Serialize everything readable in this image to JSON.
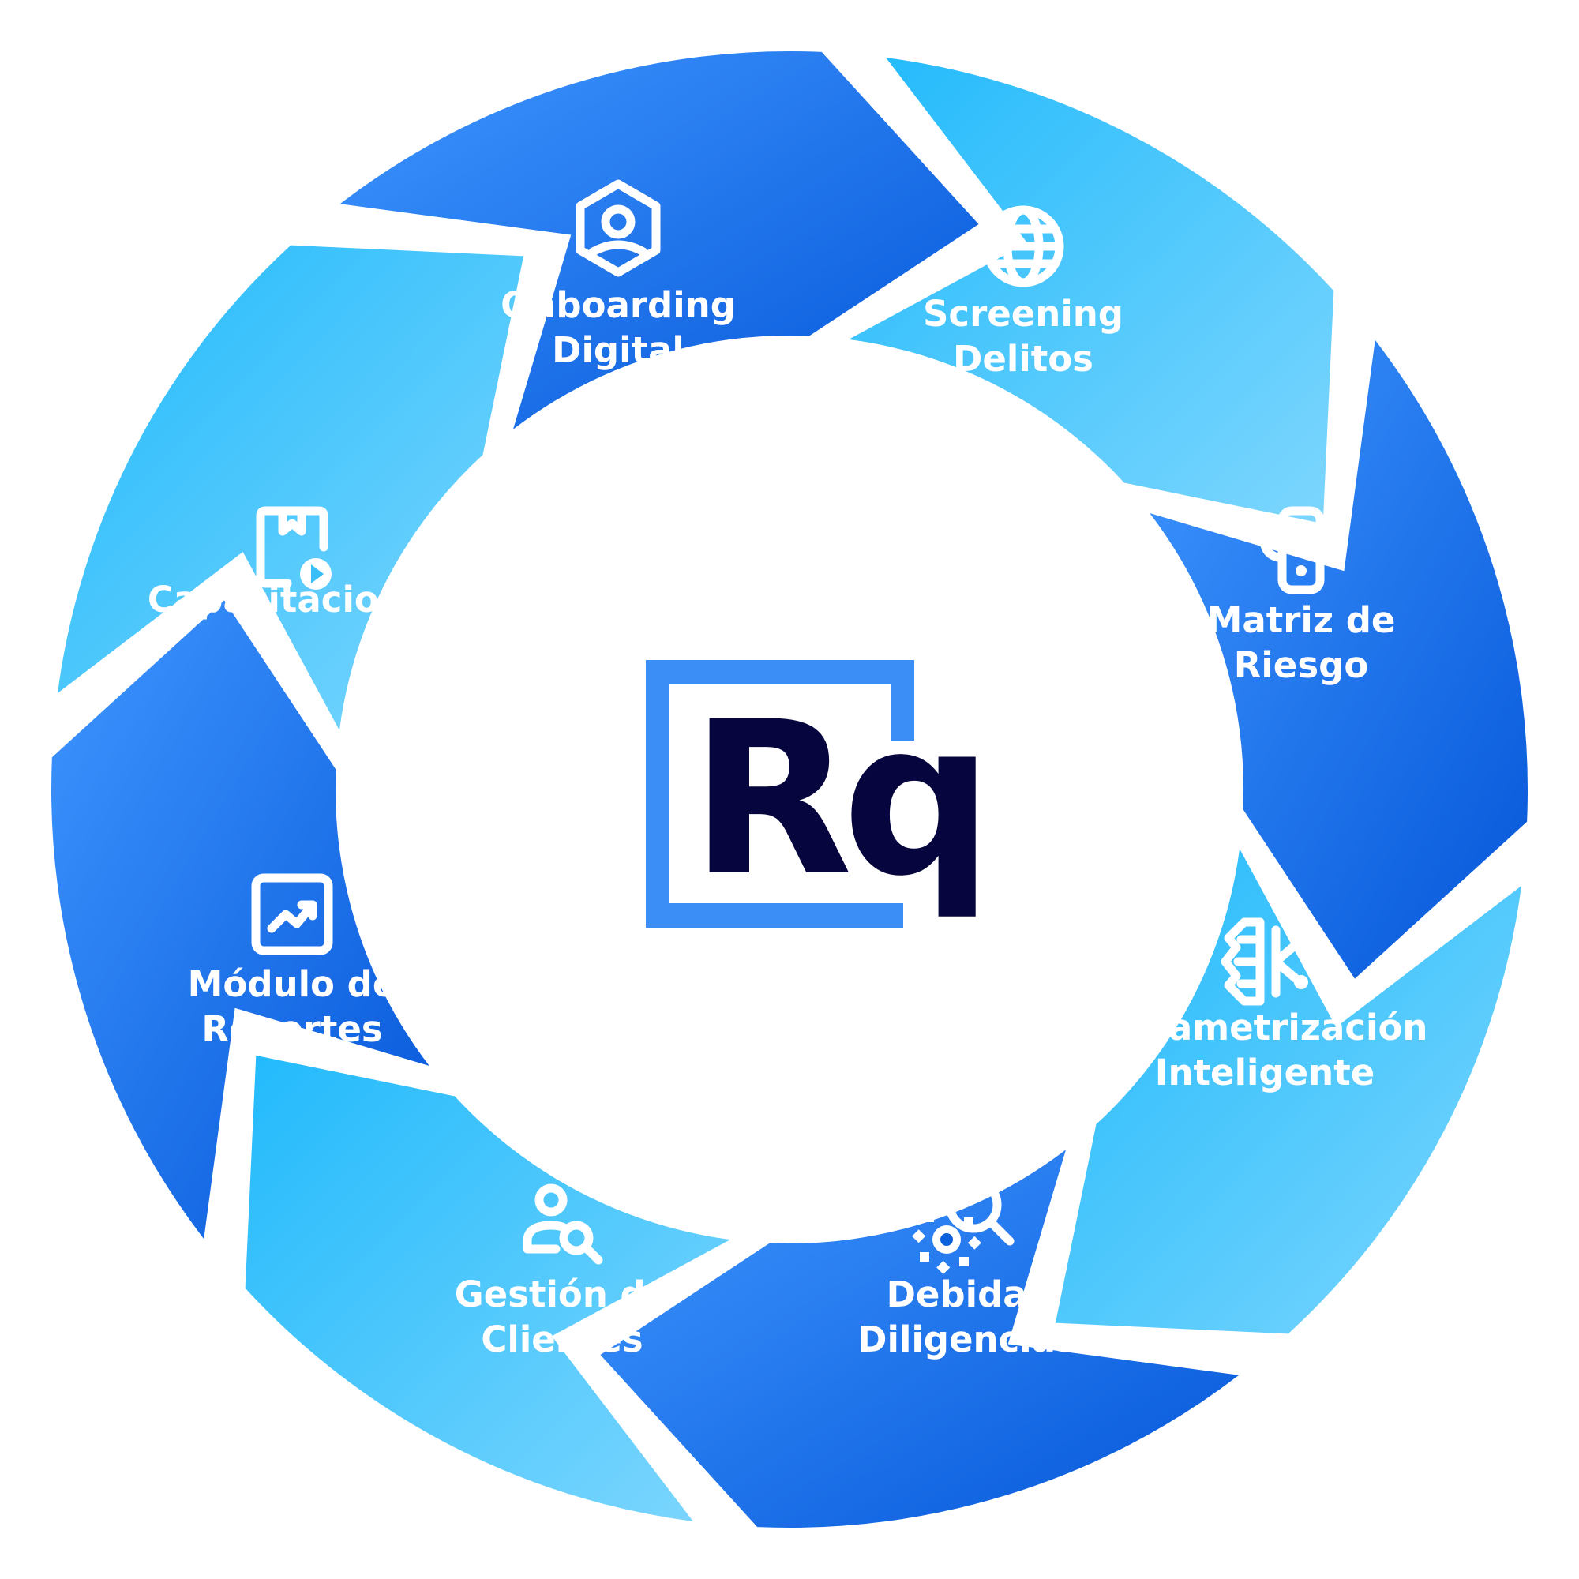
{
  "logo": {
    "text": "Rq",
    "colors": {
      "frame": "#3a8ef5",
      "letters": "#07053d"
    }
  },
  "colors": {
    "dark_segment_start": "#3f96ff",
    "dark_segment_end": "#0556d8",
    "light_segment_start": "#22bafc",
    "light_segment_end": "#7dd6fd",
    "text": "#ffffff"
  },
  "segments": [
    {
      "id": "onboarding",
      "tone": "dark",
      "icon": "user-hexagon-icon",
      "lines": [
        "Onboarding",
        "Digital"
      ]
    },
    {
      "id": "screening",
      "tone": "light",
      "icon": "globe-icon",
      "lines": [
        "Screening",
        "Delitos"
      ]
    },
    {
      "id": "matriz",
      "tone": "dark",
      "icon": "traffic-light-icon",
      "lines": [
        "Matriz de",
        "Riesgo"
      ]
    },
    {
      "id": "parametrizacion",
      "tone": "light",
      "icon": "ai-brain-icon",
      "lines": [
        "Parametrización",
        "Inteligente"
      ]
    },
    {
      "id": "debidas",
      "tone": "dark",
      "icon": "search-gear-icon",
      "lines": [
        "Debidas",
        "Diligencias"
      ]
    },
    {
      "id": "gestion",
      "tone": "light",
      "icon": "user-search-icon",
      "lines": [
        "Gestión de",
        "Clientes"
      ]
    },
    {
      "id": "modulo",
      "tone": "dark",
      "icon": "chart-trend-icon",
      "lines": [
        "Módulo de",
        "Reportes"
      ]
    },
    {
      "id": "capacitaciones",
      "tone": "light",
      "icon": "book-video-icon",
      "lines": [
        "Capacitaciones"
      ]
    }
  ]
}
